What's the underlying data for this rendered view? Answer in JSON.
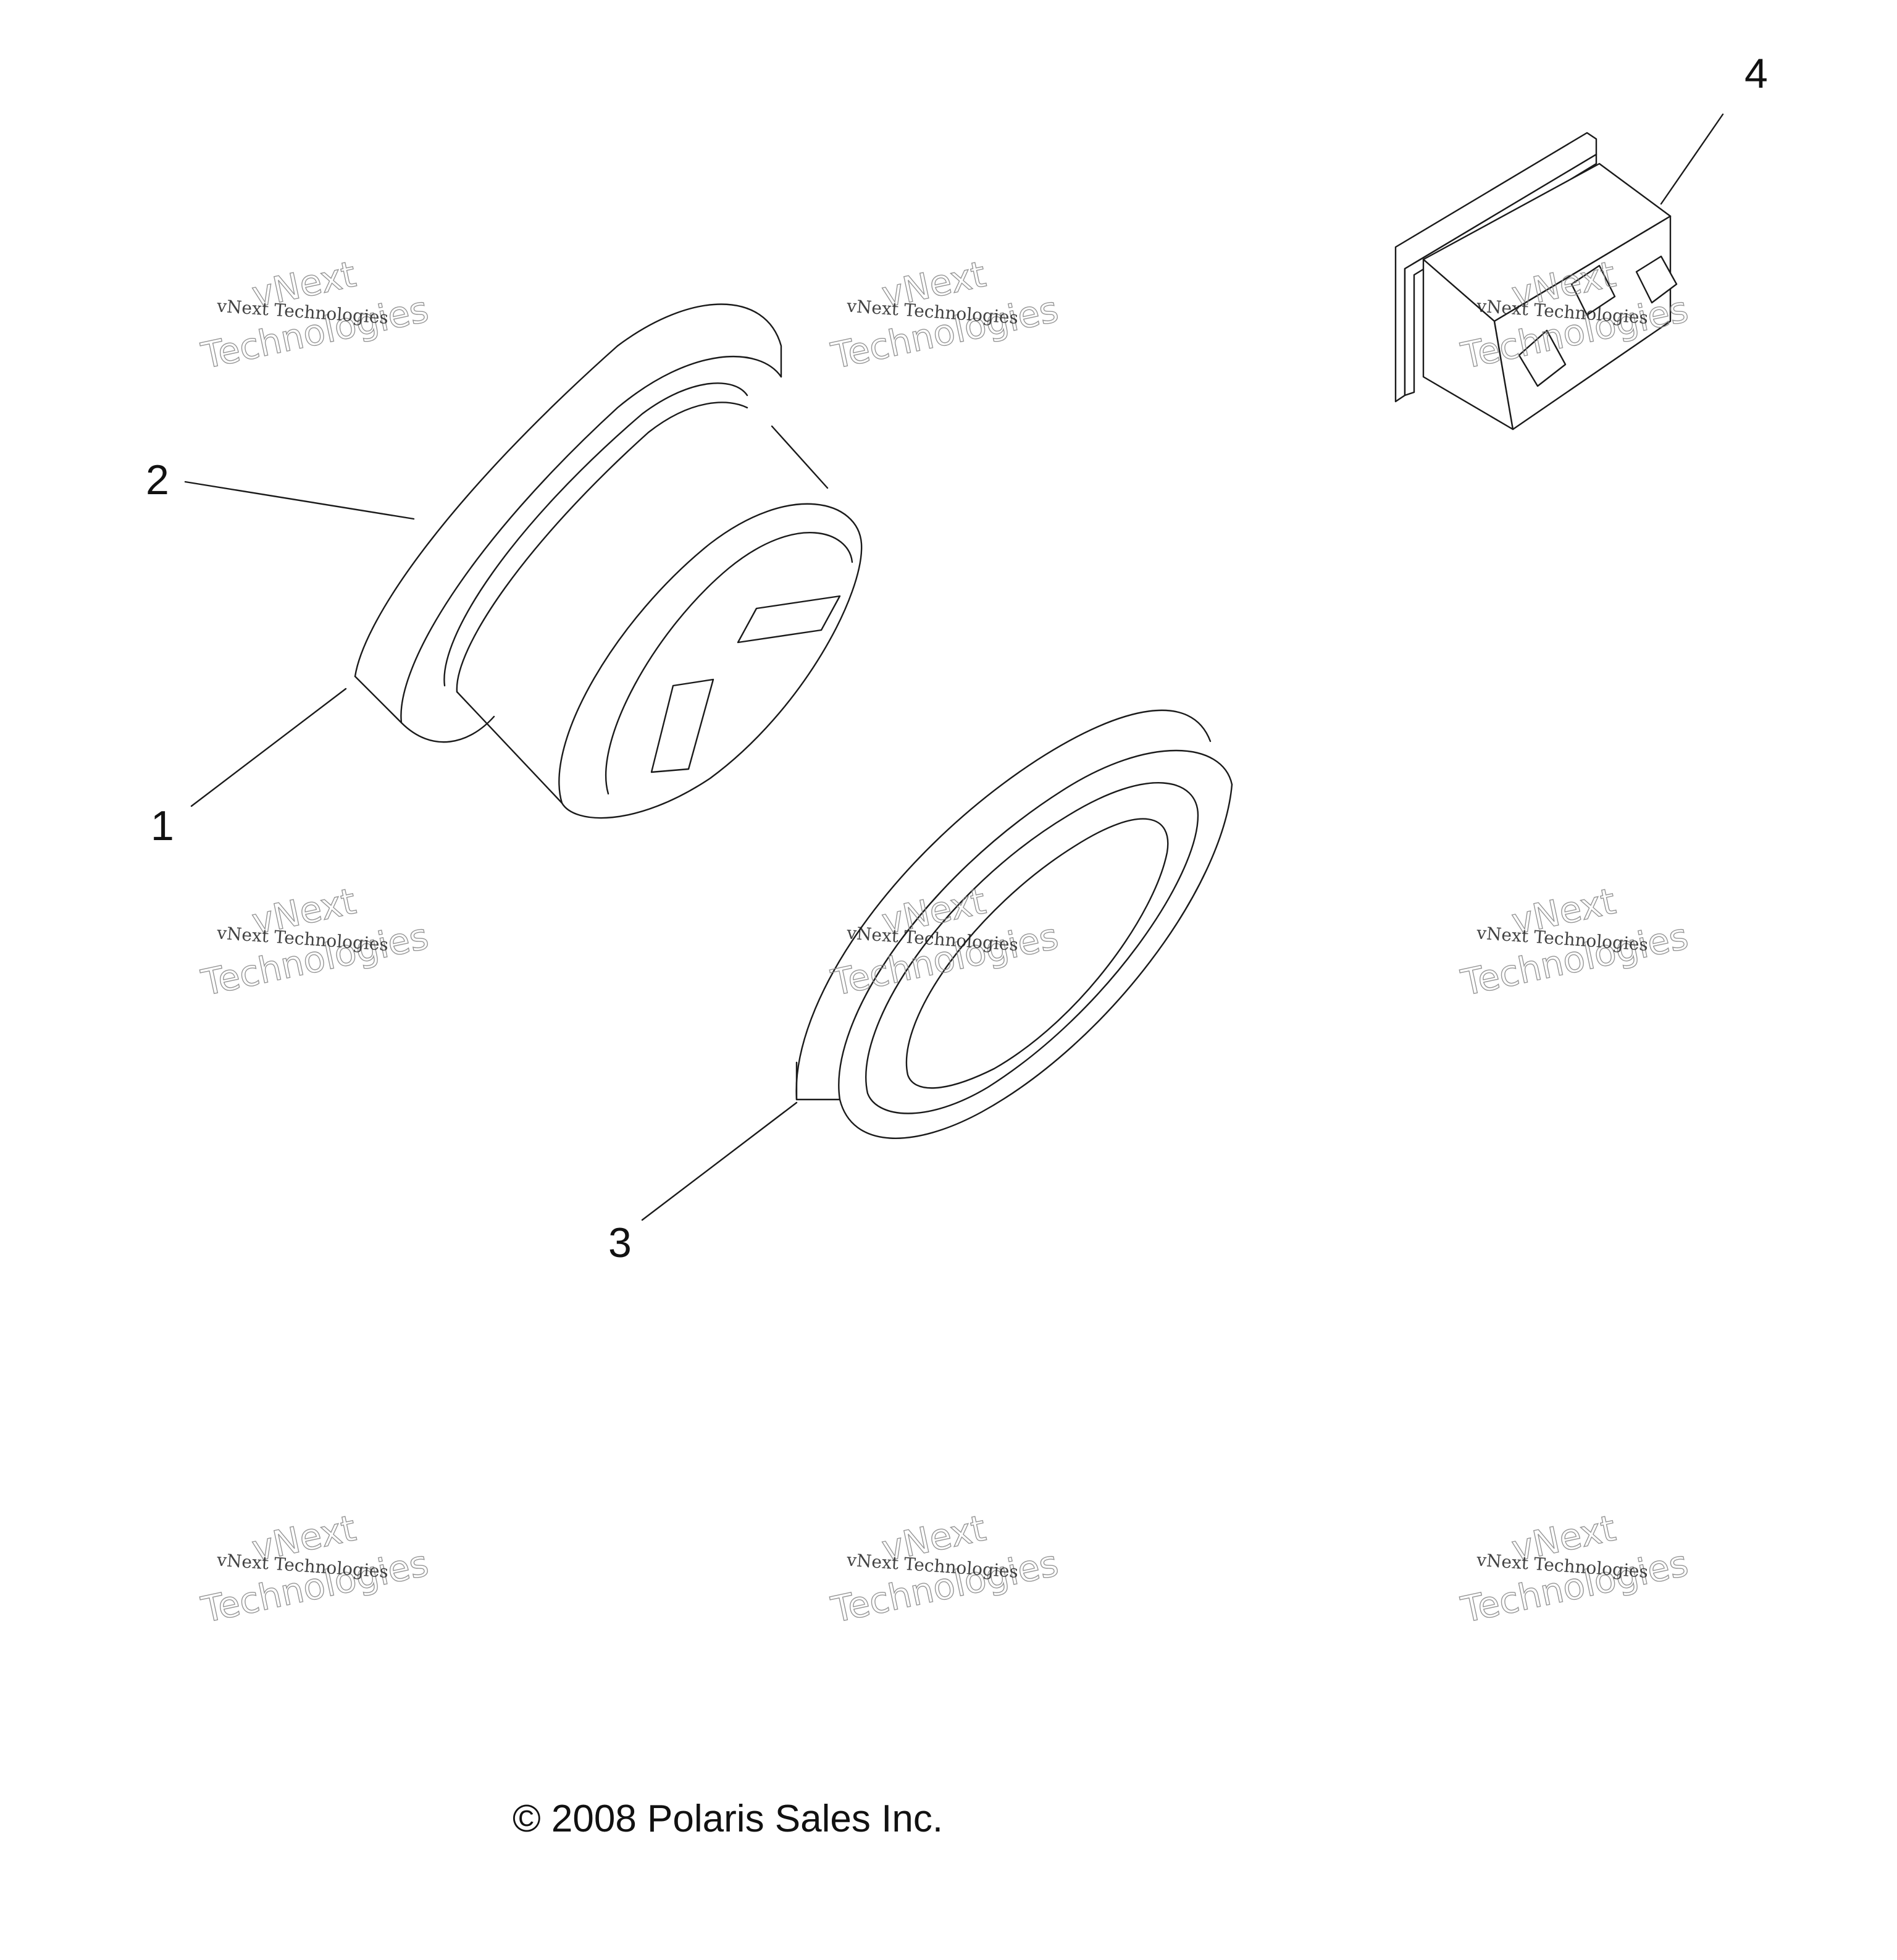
{
  "callouts": [
    {
      "id": "1",
      "label": "1"
    },
    {
      "id": "2",
      "label": "2"
    },
    {
      "id": "3",
      "label": "3"
    },
    {
      "id": "4",
      "label": "4"
    }
  ],
  "copyright": "© 2008 Polaris Sales Inc.",
  "watermark": {
    "line_small": "vNext Technologies",
    "line_top": "vNext",
    "line_big": "Technologies"
  }
}
